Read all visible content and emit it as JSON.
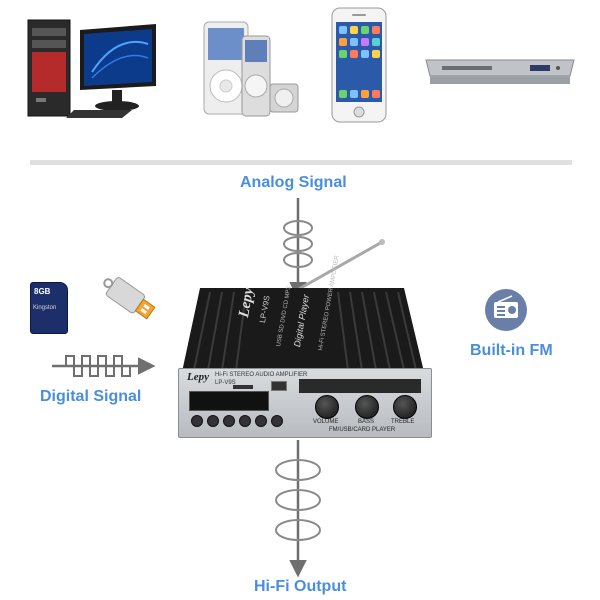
{
  "labels": {
    "analog": "Analog Signal",
    "digital": "Digital Signal",
    "fm": "Built-in FM",
    "output": "Hi-Fi Output"
  },
  "amp": {
    "brand": "Lepy",
    "model": "LP-V9S",
    "heading": "Hi-Fi STEREO AUDIO AMPLIFIER",
    "subheading": "LP-V9S",
    "sink_text_1": "Digital Player",
    "sink_text_2": "USB SD DVD CD MP3",
    "sink_text_3": "Hi-Fi STEREO POWER AMPLIFIER",
    "knob_volume": "VOLUME",
    "knob_bass": "BASS",
    "knob_treble": "TREBLE",
    "footer": "FM/USB/CARD PLAYER"
  },
  "devices": {
    "sd_card_brand": "Kingston",
    "sd_card_size": "8GB"
  },
  "colors": {
    "accent_label": "#4a8fdc",
    "arrow": "#6f6f6f",
    "divider": "#e0e0e0",
    "amp_body": "#1a1a1a",
    "amp_panel": "#c8ccd0",
    "radio_circle": "#6a7fa8"
  }
}
